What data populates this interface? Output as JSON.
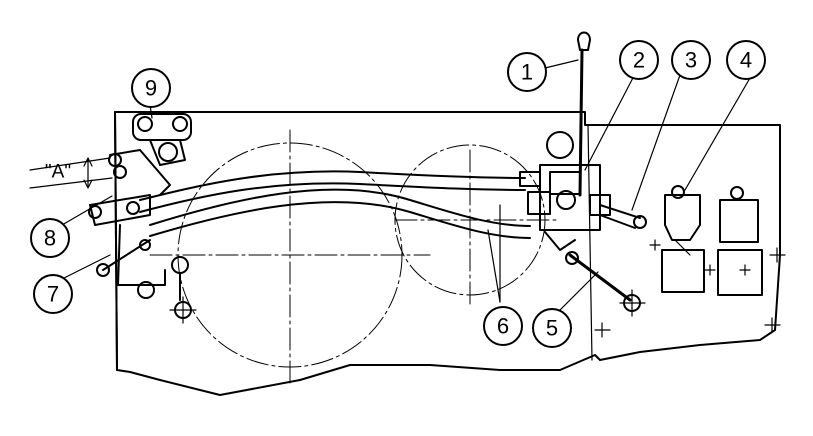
{
  "callouts": [
    {
      "id": "1",
      "label": "1"
    },
    {
      "id": "2",
      "label": "2"
    },
    {
      "id": "3",
      "label": "3"
    },
    {
      "id": "4",
      "label": "4"
    },
    {
      "id": "5",
      "label": "5"
    },
    {
      "id": "6",
      "label": "6"
    },
    {
      "id": "7",
      "label": "7"
    },
    {
      "id": "8",
      "label": "8"
    },
    {
      "id": "9",
      "label": "9"
    }
  ],
  "dimension": {
    "label": "\"A\""
  }
}
